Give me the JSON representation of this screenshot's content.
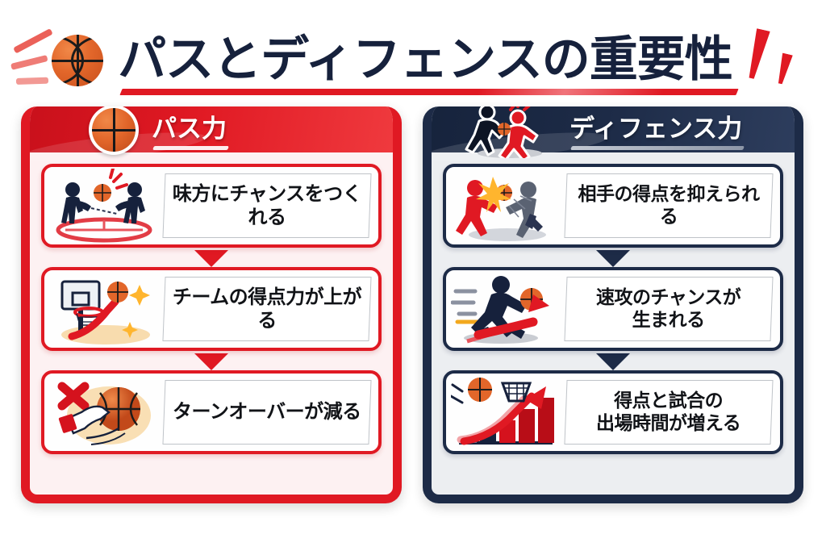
{
  "title": {
    "text": "パスとディフェンスの重要性",
    "ball_icon": "basketball-icon",
    "accent_color": "#e01923",
    "text_color": "#16213c"
  },
  "panels": [
    {
      "id": "pass",
      "header_label": "パス力",
      "header_icon": "basketball-icon",
      "accent_color": "#e01923",
      "arrow_color": "#e01923",
      "items": [
        {
          "text": "味方にチャンスをつくれる",
          "icon": "two-players-passing-icon"
        },
        {
          "text": "チームの得点力が上がる",
          "icon": "hoop-rising-arrow-icon"
        },
        {
          "text": "ターンオーバーが減る",
          "icon": "hand-ball-cross-icon"
        }
      ]
    },
    {
      "id": "defense",
      "header_label": "ディフェンス力",
      "header_icon": "defender-steal-icon",
      "accent_color": "#1d2b47",
      "arrow_color": "#1d2b47",
      "items": [
        {
          "text": "相手の得点を抑えられる",
          "icon": "block-steal-players-icon"
        },
        {
          "text": "速攻のチャンスが\n生まれる",
          "icon": "fast-break-runner-icon"
        },
        {
          "text": "得点と試合の\n出場時間が増える",
          "icon": "bar-chart-growth-icon"
        }
      ]
    }
  ]
}
